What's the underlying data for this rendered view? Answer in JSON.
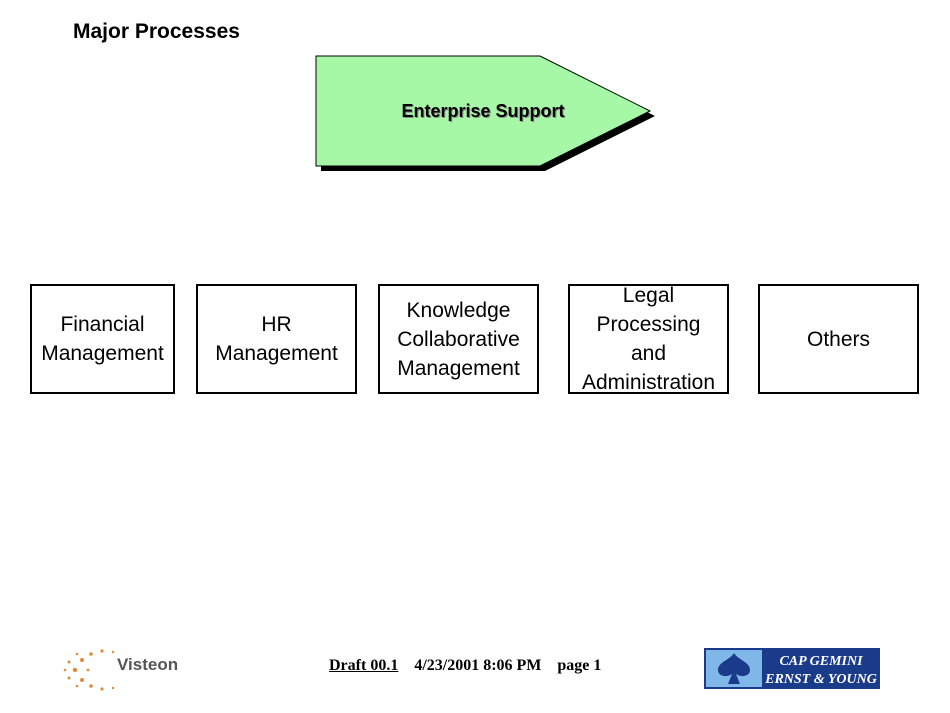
{
  "header": {
    "title": "Major Processes"
  },
  "banner": {
    "label": "Enterprise Support",
    "fill": "#a6f7a6",
    "shadow": "#000000"
  },
  "processes": [
    {
      "label": "Financial\nManagement"
    },
    {
      "label": "HR\nManagement"
    },
    {
      "label": "Knowledge\nCollaborative\nManagement"
    },
    {
      "label": "Legal\nProcessing\nand\nAdministration"
    },
    {
      "label": "Others"
    }
  ],
  "footer": {
    "draft": "Draft 00.1",
    "datetime": "4/23/2001 8:06 PM",
    "page": "page 1",
    "left_logo": "Visteon",
    "right_logo_line1": "CAP GEMINI",
    "right_logo_line2": "ERNST & YOUNG",
    "right_logo_color": "#1a3a8a"
  }
}
